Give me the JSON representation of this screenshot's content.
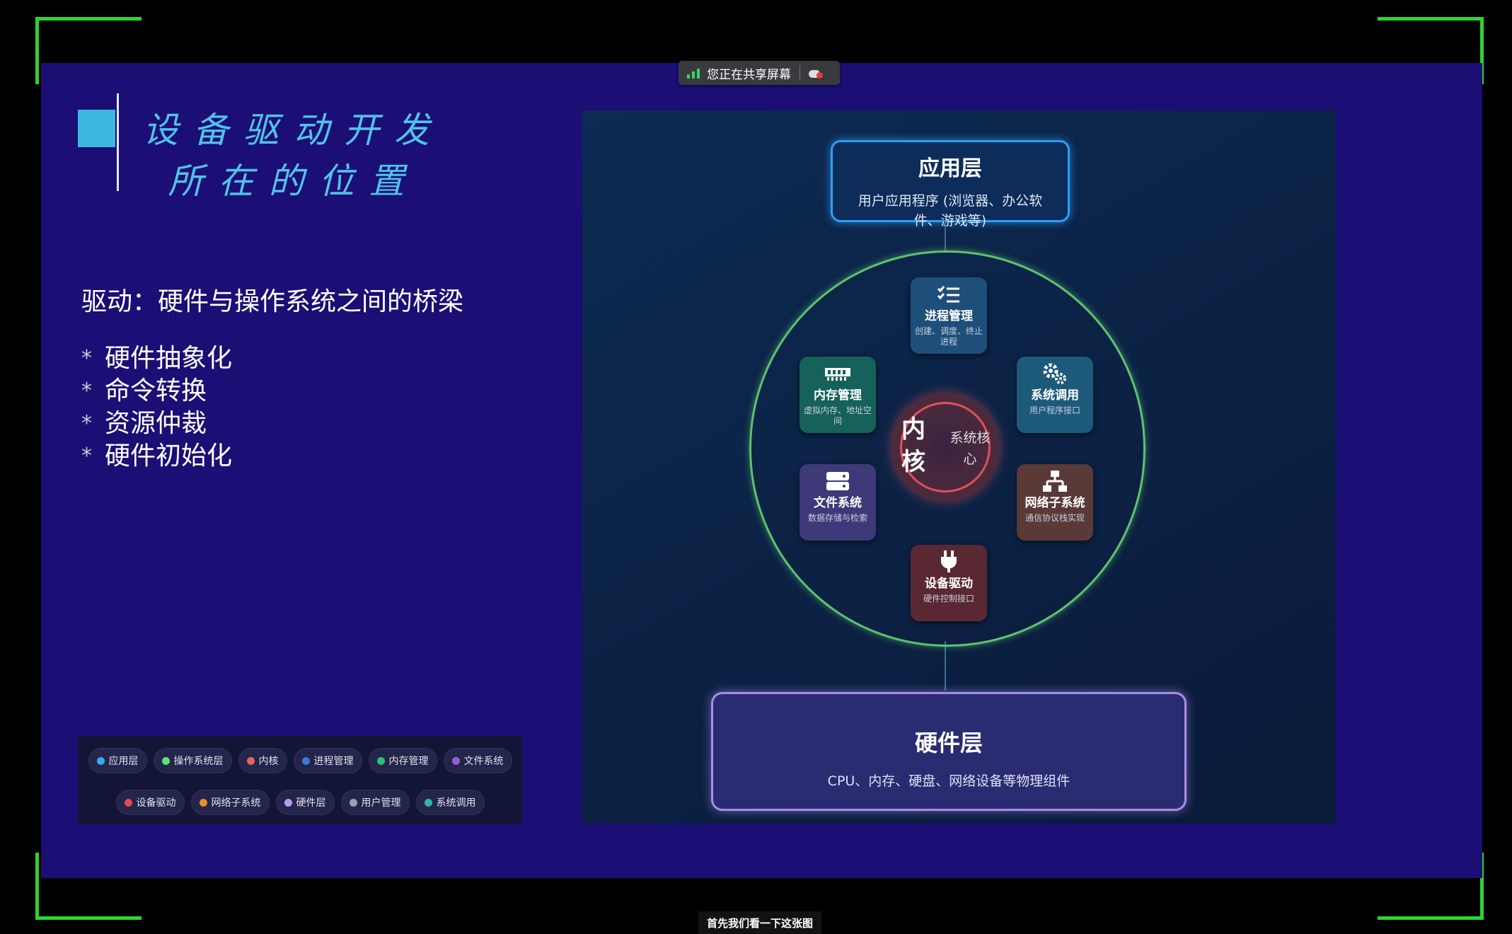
{
  "share_banner": {
    "text": "您正在共享屏幕"
  },
  "slide": {
    "title_lines": [
      "设备驱动开发",
      "所在的位置"
    ],
    "subtitle": "驱动：硬件与操作系统之间的桥梁",
    "bullets": [
      "硬件抽象化",
      "命令转换",
      "资源仲裁",
      "硬件初始化"
    ],
    "bullet_marker": "*"
  },
  "legend": {
    "row1": [
      {
        "label": "应用层",
        "color": "#3aa8f0"
      },
      {
        "label": "操作系统层",
        "color": "#63e07a"
      },
      {
        "label": "内核",
        "color": "#f0605a"
      },
      {
        "label": "进程管理",
        "color": "#3a7ad8"
      },
      {
        "label": "内存管理",
        "color": "#2fbf7a"
      },
      {
        "label": "文件系统",
        "color": "#9a5ad8"
      }
    ],
    "row2": [
      {
        "label": "设备驱动",
        "color": "#e84a4a"
      },
      {
        "label": "网络子系统",
        "color": "#f08a2a"
      },
      {
        "label": "硬件层",
        "color": "#b89af0"
      },
      {
        "label": "用户管理",
        "color": "#9aa0b0"
      },
      {
        "label": "系统调用",
        "color": "#2ab8a8"
      }
    ]
  },
  "diagram": {
    "app_layer": {
      "title": "应用层",
      "desc": "用户应用程序 (浏览器、办公软件、游戏等)"
    },
    "kernel": {
      "big": "内核",
      "small": "系统核心"
    },
    "nodes": {
      "process": {
        "title": "进程管理",
        "desc": "创建、调度、终止进程"
      },
      "memory": {
        "title": "内存管理",
        "desc": "虚拟内存、地址空间"
      },
      "syscall": {
        "title": "系统调用",
        "desc": "用户程序接口"
      },
      "filesystem": {
        "title": "文件系统",
        "desc": "数据存储与检索"
      },
      "network": {
        "title": "网络子系统",
        "desc": "通信协议栈实现"
      },
      "driver": {
        "title": "设备驱动",
        "desc": "硬件控制接口"
      }
    },
    "hardware_layer": {
      "title": "硬件层",
      "desc": "CPU、内存、硬盘、网络设备等物理组件"
    }
  },
  "caption": "首先我们看一下这张图"
}
